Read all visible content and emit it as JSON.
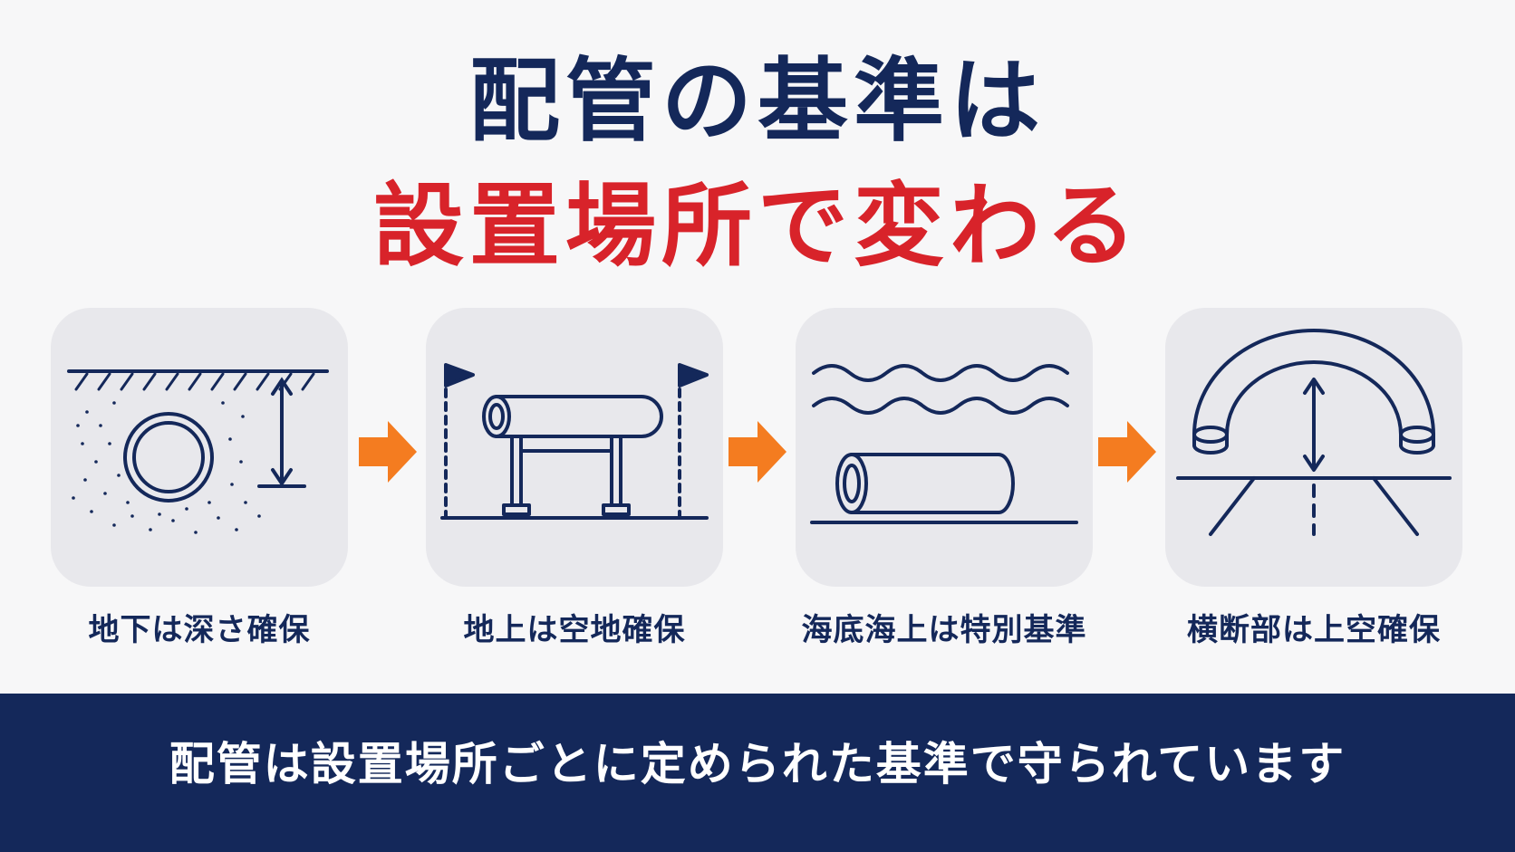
{
  "title": {
    "line1": "配管の基準は",
    "line2": "設置場所で変わる"
  },
  "colors": {
    "navy": "#14285a",
    "red": "#d8232a",
    "orange": "#f47c20",
    "card": "#e8e8ec"
  },
  "steps": [
    {
      "icon": "underground-pipe-icon",
      "caption": "地下は深さ確保"
    },
    {
      "icon": "aboveground-pipe-icon",
      "caption": "地上は空地確保"
    },
    {
      "icon": "seabed-pipe-icon",
      "caption": "海底海上は特別基準"
    },
    {
      "icon": "road-crossing-pipe-icon",
      "caption": "横断部は上空確保"
    }
  ],
  "footer": {
    "text": "配管は設置場所ごとに定められた基準で守られています"
  }
}
